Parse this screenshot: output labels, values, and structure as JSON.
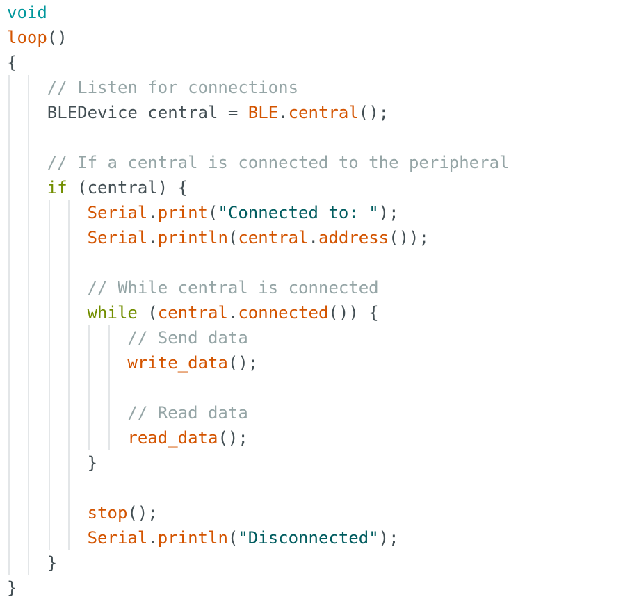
{
  "code": {
    "lines": [
      [
        {
          "t": "void",
          "c": "kw-type"
        }
      ],
      [
        {
          "t": "loop",
          "c": "fn"
        },
        {
          "t": "()",
          "c": "plain"
        }
      ],
      [
        {
          "t": "{",
          "c": "plain"
        }
      ],
      [
        {
          "t": "    "
        },
        {
          "t": "// Listen for connections",
          "c": "cm"
        }
      ],
      [
        {
          "t": "    "
        },
        {
          "t": "BLEDevice central = ",
          "c": "plain"
        },
        {
          "t": "BLE",
          "c": "fn"
        },
        {
          "t": ".",
          "c": "plain"
        },
        {
          "t": "central",
          "c": "fn"
        },
        {
          "t": "();",
          "c": "plain"
        }
      ],
      [],
      [
        {
          "t": "    "
        },
        {
          "t": "// If a central is connected to the peripheral",
          "c": "cm"
        }
      ],
      [
        {
          "t": "    "
        },
        {
          "t": "if",
          "c": "kw-ctrl"
        },
        {
          "t": " (central) {",
          "c": "plain"
        }
      ],
      [
        {
          "t": "        "
        },
        {
          "t": "Serial",
          "c": "fn"
        },
        {
          "t": ".",
          "c": "plain"
        },
        {
          "t": "print",
          "c": "fn"
        },
        {
          "t": "(",
          "c": "plain"
        },
        {
          "t": "\"Connected to: \"",
          "c": "str"
        },
        {
          "t": ");",
          "c": "plain"
        }
      ],
      [
        {
          "t": "        "
        },
        {
          "t": "Serial",
          "c": "fn"
        },
        {
          "t": ".",
          "c": "plain"
        },
        {
          "t": "println",
          "c": "fn"
        },
        {
          "t": "(",
          "c": "plain"
        },
        {
          "t": "central",
          "c": "fn"
        },
        {
          "t": ".",
          "c": "plain"
        },
        {
          "t": "address",
          "c": "fn"
        },
        {
          "t": "());",
          "c": "plain"
        }
      ],
      [],
      [
        {
          "t": "        "
        },
        {
          "t": "// While central is connected",
          "c": "cm"
        }
      ],
      [
        {
          "t": "        "
        },
        {
          "t": "while",
          "c": "kw-ctrl"
        },
        {
          "t": " (",
          "c": "plain"
        },
        {
          "t": "central",
          "c": "fn"
        },
        {
          "t": ".",
          "c": "plain"
        },
        {
          "t": "connected",
          "c": "fn"
        },
        {
          "t": "()) {",
          "c": "plain"
        }
      ],
      [
        {
          "t": "            "
        },
        {
          "t": "// Send data",
          "c": "cm"
        }
      ],
      [
        {
          "t": "            "
        },
        {
          "t": "write_data",
          "c": "fn"
        },
        {
          "t": "();",
          "c": "plain"
        }
      ],
      [],
      [
        {
          "t": "            "
        },
        {
          "t": "// Read data",
          "c": "cm"
        }
      ],
      [
        {
          "t": "            "
        },
        {
          "t": "read_data",
          "c": "fn"
        },
        {
          "t": "();",
          "c": "plain"
        }
      ],
      [
        {
          "t": "        "
        },
        {
          "t": "}",
          "c": "plain"
        }
      ],
      [],
      [
        {
          "t": "        "
        },
        {
          "t": "stop",
          "c": "fn"
        },
        {
          "t": "();",
          "c": "plain"
        }
      ],
      [
        {
          "t": "        "
        },
        {
          "t": "Serial",
          "c": "fn"
        },
        {
          "t": ".",
          "c": "plain"
        },
        {
          "t": "println",
          "c": "fn"
        },
        {
          "t": "(",
          "c": "plain"
        },
        {
          "t": "\"Disconnected\"",
          "c": "str"
        },
        {
          "t": ");",
          "c": "plain"
        }
      ],
      [
        {
          "t": "    "
        },
        {
          "t": "}",
          "c": "plain"
        }
      ],
      [
        {
          "t": "}",
          "c": "plain"
        }
      ]
    ]
  },
  "colors": {
    "type_keyword": "#00979c",
    "control_keyword": "#728e00",
    "function": "#d35400",
    "comment": "#95a5a6",
    "string": "#005c5f",
    "text": "#434f54",
    "indent_guide": "#e3e6e8"
  }
}
